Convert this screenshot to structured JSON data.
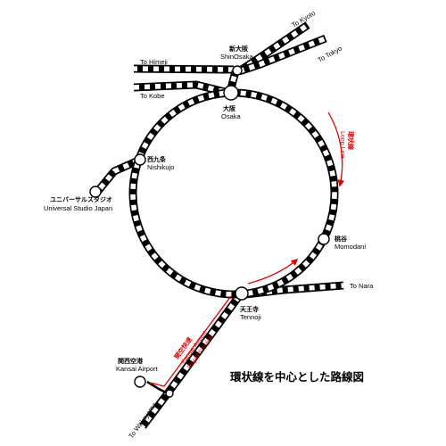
{
  "stations": {
    "shin_osaka": {
      "ja": "新大阪",
      "en": "ShinOsaka"
    },
    "osaka": {
      "ja": "大阪",
      "en": "Osaka"
    },
    "nishikujo": {
      "ja": "西九条",
      "en": "Nishikujo"
    },
    "usj": {
      "ja": "ユニバーサルスタジオ",
      "en": "Universal Studio Japan"
    },
    "momodani": {
      "ja": "桃谷",
      "en": "Momodani"
    },
    "tennoji": {
      "ja": "天王寺",
      "en": "Tennoji"
    },
    "kansai_airport": {
      "ja": "関西空港",
      "en": "Kansai Airport"
    }
  },
  "destinations": {
    "kyoto": "To Kyoto",
    "tokyo": "To Tokyo",
    "himeji": "To Himeji",
    "kobe": "To Kobe",
    "nara": "To Nara",
    "wakayama": "To Wakayama"
  },
  "loop_line": {
    "ja": "環状線",
    "en": "Loop Line"
  },
  "rapid_service": {
    "ja": "関空快速",
    "en1": "Kansai Airport",
    "en2": "Rapid Service"
  },
  "title": "環状線を中心とした路線図",
  "colors": {
    "track": "#000000",
    "accent": "#e00000"
  }
}
